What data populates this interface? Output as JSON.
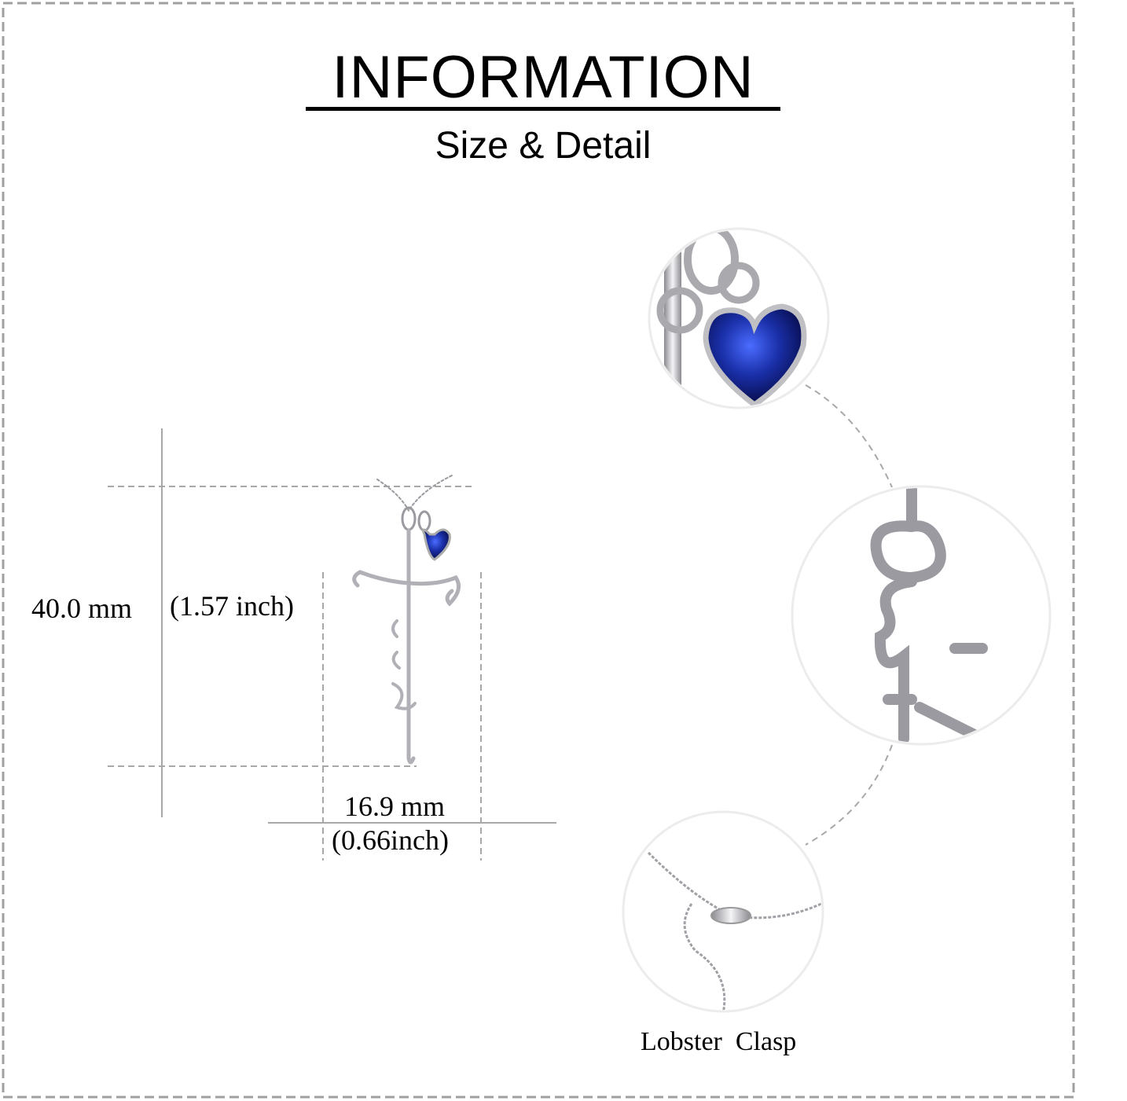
{
  "header": {
    "title": "INFORMATION",
    "subtitle": "Size & Detail"
  },
  "dimensions": {
    "height_mm": "40.0 mm",
    "height_inch": "(1.57 inch)",
    "width_mm": "16.9 mm",
    "width_inch": "(0.66inch)"
  },
  "details": {
    "clasp_label": "Lobster  Clasp"
  },
  "colors": {
    "border": "#a0a0a0",
    "guide": "#a8a8a8",
    "gem": "#1a2fa8",
    "silver": "#c8c8cc"
  }
}
